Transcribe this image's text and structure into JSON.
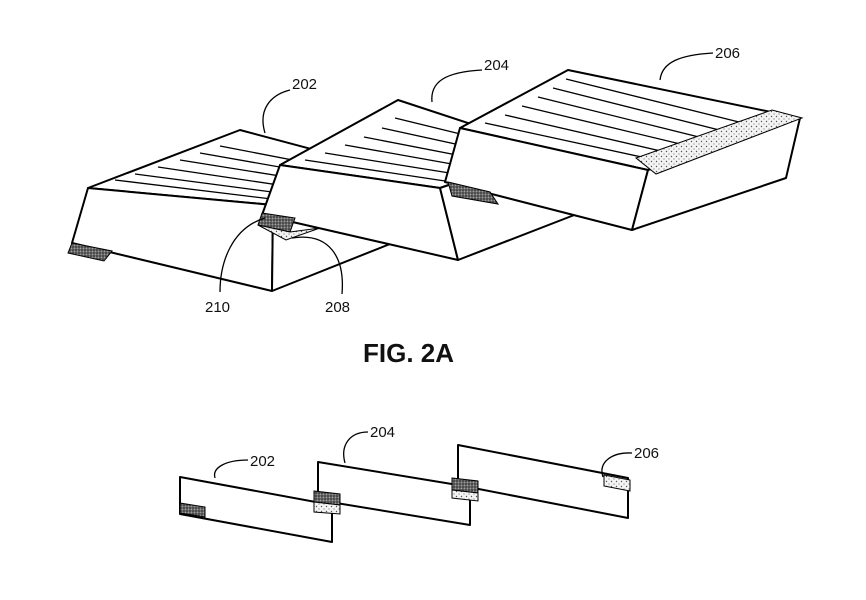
{
  "figure": {
    "caption": "FIG. 2A",
    "top_labels": {
      "module_1": "202",
      "module_2": "204",
      "module_3": "206",
      "pad_a": "210",
      "pad_b": "208"
    },
    "bottom_labels": {
      "module_1": "202",
      "module_2": "204",
      "module_3": "206"
    }
  }
}
